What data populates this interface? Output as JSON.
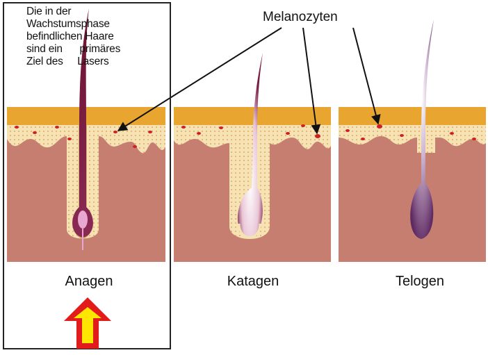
{
  "highlight_caption": {
    "lines": [
      "Die in der",
      "Wachstumsphase",
      "befindlichen Haare",
      "sind ein      primäres",
      "Ziel des     Lasers"
    ]
  },
  "callout_label": "Melanozyten",
  "stages": [
    {
      "label": "Anagen"
    },
    {
      "label": "Katagen"
    },
    {
      "label": "Telogen"
    }
  ],
  "colors": {
    "epidermis": "#e8a630",
    "skin_tissue": "#c67e70",
    "papilla_zone": "#f6e2b3",
    "melanocyte": "#d01f23",
    "hair_shaft": "#6b1230",
    "highlight_frame": "#222222",
    "arrow_fill": "#ffe600",
    "arrow_outline": "#e21b1b"
  },
  "icons": {
    "selection_arrow": "up-arrow-icon"
  }
}
